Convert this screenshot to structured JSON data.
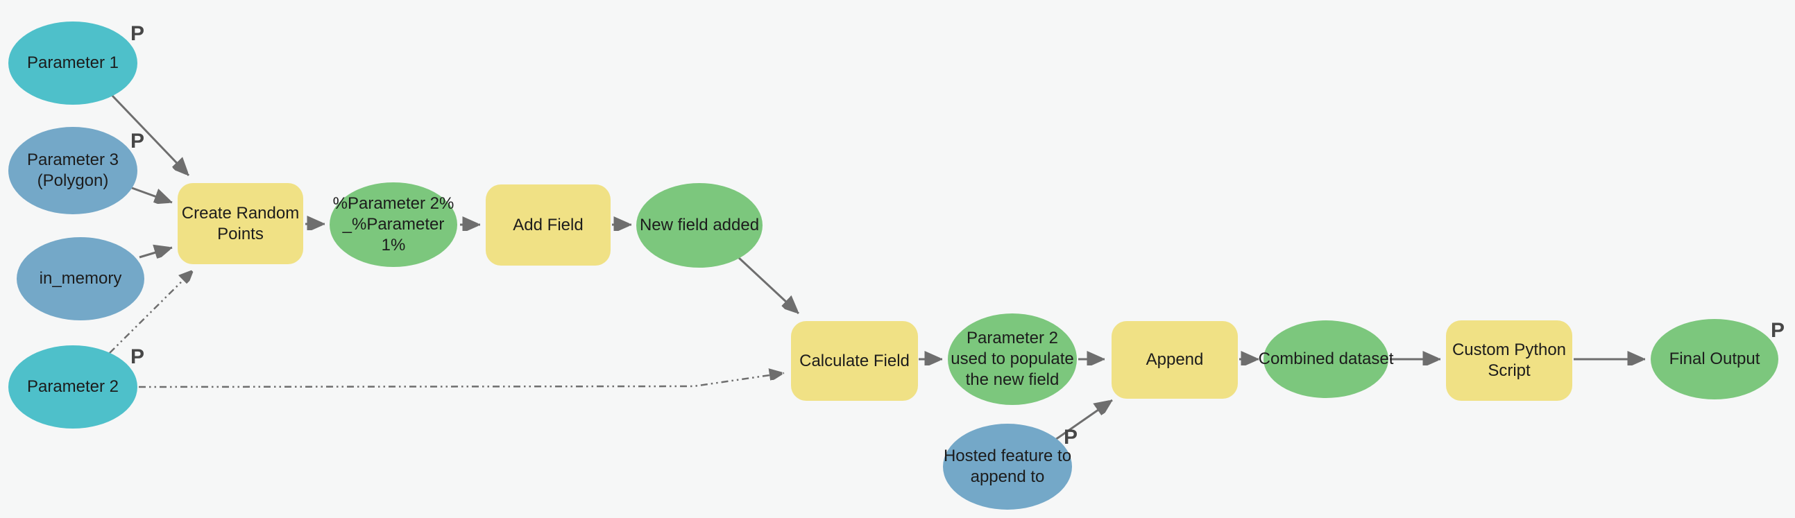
{
  "diagram": {
    "type": "modelbuilder-flowchart",
    "param_badge": "P",
    "colors": {
      "background": "#f6f7f7",
      "input_parameter_fill": "#4ec0ca",
      "input_data_fill": "#74a8c8",
      "tool_fill": "#f0e185",
      "derived_data_fill": "#7cc77d",
      "connector": "#6e6e6e",
      "label_text": "#1c1c1c",
      "param_badge_text": "#474747"
    },
    "nodes": [
      {
        "id": "parameter-1",
        "type": "input-parameter",
        "shape": "ellipse",
        "param": true,
        "label": "Parameter 1",
        "lines": [
          "Parameter 1"
        ]
      },
      {
        "id": "parameter-3-polygon",
        "type": "input-data",
        "shape": "ellipse",
        "param": true,
        "label": "Parameter 3 (Polygon)",
        "lines": [
          "Parameter 3",
          "(Polygon)"
        ]
      },
      {
        "id": "in-memory",
        "type": "input-data",
        "shape": "ellipse",
        "param": false,
        "label": "in_memory",
        "lines": [
          "in_memory"
        ]
      },
      {
        "id": "parameter-2",
        "type": "input-parameter",
        "shape": "ellipse",
        "param": true,
        "label": "Parameter 2",
        "lines": [
          "Parameter 2"
        ]
      },
      {
        "id": "create-random-points",
        "type": "tool",
        "shape": "rounded-rect",
        "param": false,
        "label": "Create Random Points",
        "lines": [
          "Create Random",
          "Points"
        ]
      },
      {
        "id": "parameter-2-parameter-1-name",
        "type": "derived-data",
        "shape": "ellipse",
        "param": false,
        "label": "%Parameter 2%_%Parameter 1%",
        "lines": [
          "%Parameter 2%",
          "_%Parameter",
          "1%"
        ]
      },
      {
        "id": "add-field",
        "type": "tool",
        "shape": "rounded-rect",
        "param": false,
        "label": "Add Field",
        "lines": [
          "Add Field"
        ]
      },
      {
        "id": "new-field-added",
        "type": "derived-data",
        "shape": "ellipse",
        "param": false,
        "label": "New field added",
        "lines": [
          "New field added"
        ]
      },
      {
        "id": "calculate-field",
        "type": "tool",
        "shape": "rounded-rect",
        "param": false,
        "label": "Calculate Field",
        "lines": [
          "Calculate Field"
        ]
      },
      {
        "id": "parameter-2-used-to-populate-the-new-field",
        "type": "derived-data",
        "shape": "ellipse",
        "param": false,
        "label": "Parameter 2 used to populate the new field",
        "lines": [
          "Parameter 2",
          "used to populate",
          "the new field"
        ]
      },
      {
        "id": "append",
        "type": "tool",
        "shape": "rounded-rect",
        "param": false,
        "label": "Append",
        "lines": [
          "Append"
        ]
      },
      {
        "id": "hosted-feature-to-append-to",
        "type": "input-data",
        "shape": "ellipse",
        "param": true,
        "label": "Hosted feature to append to",
        "lines": [
          "Hosted feature to",
          "append to"
        ]
      },
      {
        "id": "combined-dataset",
        "type": "derived-data",
        "shape": "ellipse",
        "param": false,
        "label": "Combined dataset",
        "lines": [
          "Combined dataset"
        ]
      },
      {
        "id": "custom-python-script",
        "type": "tool",
        "shape": "rounded-rect",
        "param": false,
        "label": "Custom Python Script",
        "lines": [
          "Custom Python",
          "Script"
        ]
      },
      {
        "id": "final-output",
        "type": "derived-data",
        "shape": "ellipse",
        "param": true,
        "label": "Final Output",
        "lines": [
          "Final Output"
        ]
      }
    ],
    "edges": [
      {
        "from": "parameter-1",
        "to": "create-random-points",
        "style": "solid"
      },
      {
        "from": "parameter-3-polygon",
        "to": "create-random-points",
        "style": "solid"
      },
      {
        "from": "in-memory",
        "to": "create-random-points",
        "style": "solid"
      },
      {
        "from": "parameter-2",
        "to": "create-random-points",
        "style": "dashed"
      },
      {
        "from": "parameter-2",
        "to": "calculate-field",
        "style": "dashed"
      },
      {
        "from": "create-random-points",
        "to": "parameter-2-parameter-1-name",
        "style": "solid"
      },
      {
        "from": "parameter-2-parameter-1-name",
        "to": "add-field",
        "style": "solid"
      },
      {
        "from": "add-field",
        "to": "new-field-added",
        "style": "solid"
      },
      {
        "from": "new-field-added",
        "to": "calculate-field",
        "style": "solid"
      },
      {
        "from": "calculate-field",
        "to": "parameter-2-used-to-populate-the-new-field",
        "style": "solid"
      },
      {
        "from": "parameter-2-used-to-populate-the-new-field",
        "to": "append",
        "style": "solid"
      },
      {
        "from": "hosted-feature-to-append-to",
        "to": "append",
        "style": "solid"
      },
      {
        "from": "append",
        "to": "combined-dataset",
        "style": "solid"
      },
      {
        "from": "combined-dataset",
        "to": "custom-python-script",
        "style": "solid"
      },
      {
        "from": "custom-python-script",
        "to": "final-output",
        "style": "solid"
      }
    ]
  }
}
